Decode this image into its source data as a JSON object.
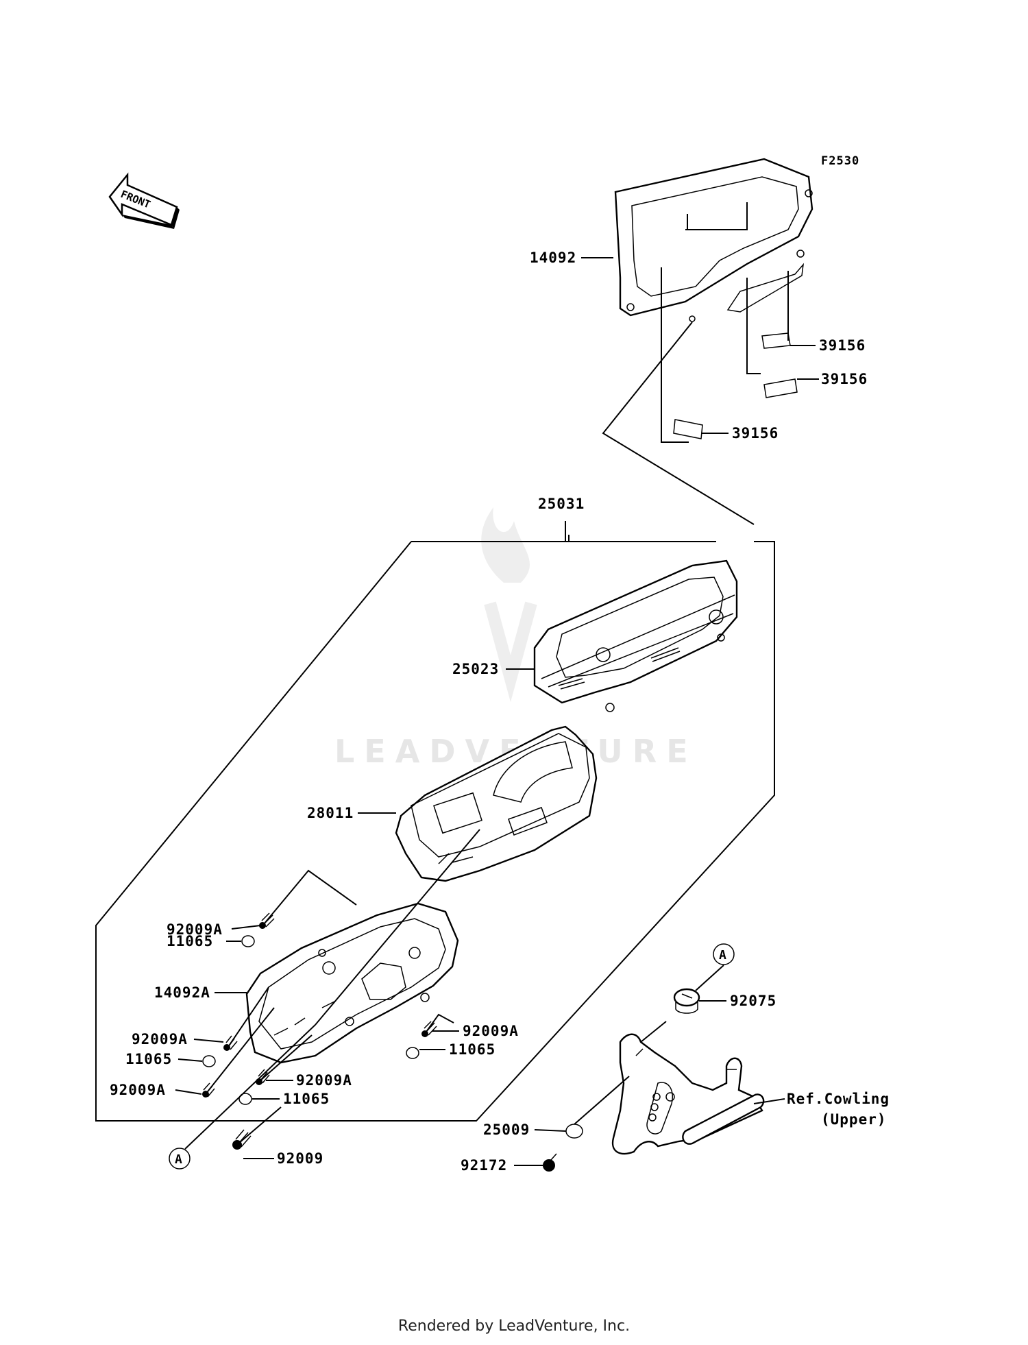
{
  "figure_code": "F2530",
  "front_indicator": "FRONT",
  "watermark": "LEADVENTURE",
  "footer": "Rendered by LeadVenture, Inc.",
  "callouts": {
    "p14092": "14092",
    "p39156a": "39156",
    "p39156b": "39156",
    "p39156c": "39156",
    "p25031": "25031",
    "p25023": "25023",
    "p28011": "28011",
    "p92009A_1": "92009A",
    "p11065_1": "11065",
    "p14092A": "14092A",
    "p92009A_2": "92009A",
    "p11065_2": "11065",
    "p92009A_3": "92009A",
    "p92009A_4": "92009A",
    "p11065_3": "11065",
    "p92009A_5": "92009A",
    "p11065_4": "11065",
    "p92009": "92009",
    "p92075": "92075",
    "p25009": "25009",
    "p92172": "92172",
    "ref_line1": "Ref.Cowling",
    "ref_line2": "(Upper)",
    "ref_a1": "A",
    "ref_a2": "A"
  }
}
